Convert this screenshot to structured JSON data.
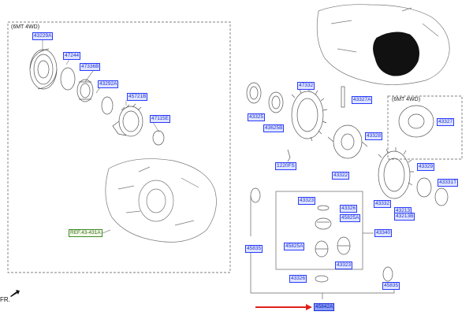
{
  "groups": {
    "left_title": "(6MT 4WD)",
    "right_title": "(6MT 4WD)"
  },
  "direction_label": "FR.",
  "labels": {
    "p43229A": "43229A",
    "p47244": "47244",
    "p47336B": "47336B",
    "p43292A": "43292A",
    "p45721B": "45721B",
    "p47115E": "47115E",
    "ref": "REF.43-431A",
    "p43327A": "43327A",
    "p47332": "47332",
    "p43325": "43325",
    "p43625B": "43625B",
    "p1220FS": "1220FS",
    "p43328": "43328",
    "p43322": "43322",
    "p43327": "43327",
    "p43329": "43329",
    "p43331T": "43331T",
    "p43332": "43332",
    "p43213": "43213",
    "p43213B": "43213B",
    "p43323a": "43323",
    "p43326a": "43326",
    "p45825A_top": "45825A",
    "p43340": "43340",
    "p45835a": "45835",
    "p45825A_mid": "45825A",
    "p43323b": "43323",
    "p43326b": "43326",
    "p45835b": "45835",
    "p45842A": "45842A"
  },
  "colors": {
    "label_text": "#1f2fd0",
    "label_border": "#2a3cff",
    "label_fill": "#dfe5ff",
    "selected_fill": "#8aa0ff",
    "ref_text": "#3b6b1d",
    "ref_border": "#3e8a26",
    "arrow": "#e0201c",
    "line_art": "#555555"
  }
}
